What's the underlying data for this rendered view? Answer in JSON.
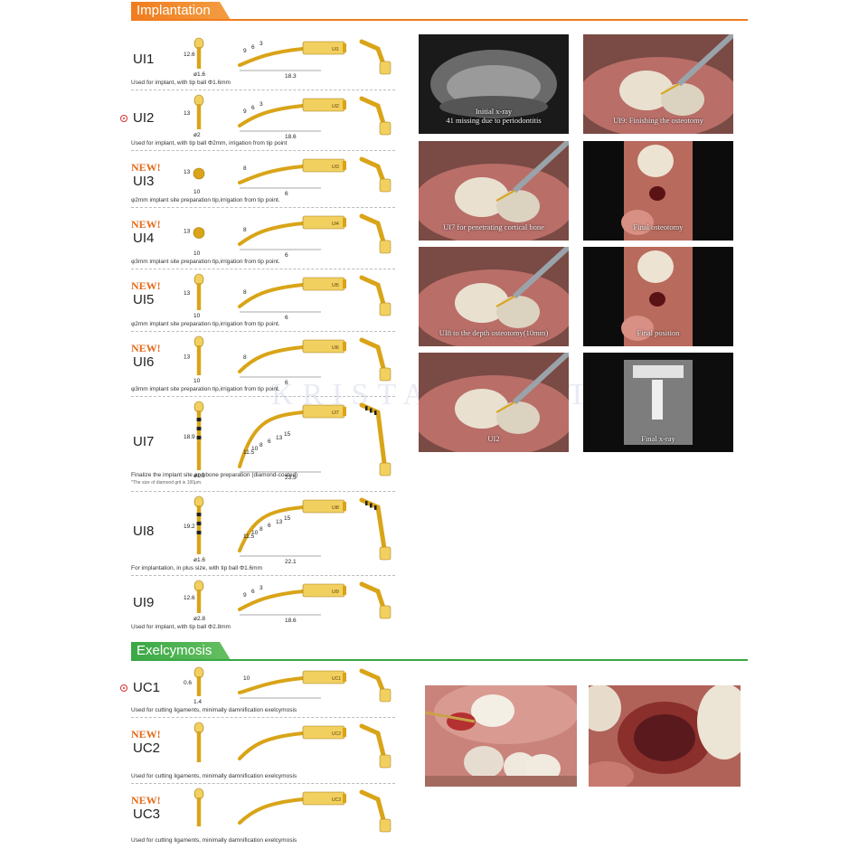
{
  "sections": {
    "implantation": {
      "title": "Implantation",
      "color": "#f07c1e"
    },
    "exelcymosis": {
      "title": "Exelcymosis",
      "color": "#3aa845"
    }
  },
  "watermark": "KRISTAL DENTAL",
  "products": [
    {
      "name": "UI1",
      "new": "",
      "desc": "Used for implant, with tip ball Φ1.6mm",
      "label": "UI1",
      "dims": [
        "12.6",
        "ø1.6",
        "9",
        "6",
        "3",
        "18.3"
      ]
    },
    {
      "name": "UI2",
      "new": "",
      "desc": "Used for implant, with tip ball Φ2mm, irrigation from tip point",
      "label": "UI2",
      "dims": [
        "13",
        "ø2",
        "9",
        "6",
        "3",
        "18.6"
      ]
    },
    {
      "name": "UI3",
      "new": "NEW!",
      "desc": "φ2mm implant site preparation tip,irrigation from tip point.",
      "label": "UI3",
      "dims": [
        "13",
        "10",
        "8",
        "6"
      ]
    },
    {
      "name": "UI4",
      "new": "NEW!",
      "desc": "φ3mm implant site preparation tip,irrigation from tip point.",
      "label": "UI4",
      "dims": [
        "13",
        "10",
        "8",
        "6"
      ]
    },
    {
      "name": "UI5",
      "new": "NEW!",
      "desc": "φ2mm implant site preparation tip,irrigation from tip point.",
      "label": "UI5",
      "dims": [
        "13",
        "10",
        "8",
        "6"
      ]
    },
    {
      "name": "UI6",
      "new": "NEW!",
      "desc": "φ3mm implant site preparation tip,irrigation from tip point.",
      "label": "UI6",
      "dims": [
        "13",
        "10",
        "8",
        "6"
      ]
    },
    {
      "name": "UI7",
      "new": "",
      "desc": "Finalize the implant site and bone preparation (diamond-coated)",
      "note": "*The size of diamond grit is 100μm.",
      "label": "UI7",
      "dims": [
        "18.9",
        "ø1.9",
        "11.5",
        "10",
        "8",
        "6",
        "13",
        "15",
        "23.5"
      ]
    },
    {
      "name": "UI8",
      "new": "",
      "desc": "For implantation, in plus size, with tip ball Φ1.6mm",
      "label": "UI8",
      "dims": [
        "19.2",
        "ø1.6",
        "11.5",
        "10",
        "8",
        "6",
        "13",
        "15",
        "22.1"
      ]
    },
    {
      "name": "UI9",
      "new": "",
      "desc": "Used for implant, with tip ball Φ2.8mm",
      "label": "UI9",
      "dims": [
        "12.6",
        "ø2.8",
        "9",
        "6",
        "3",
        "18.6"
      ]
    },
    {
      "name": "UC1",
      "new": "",
      "desc": "Used for cutting ligaments, minimally damnification exelcymosis",
      "label": "UC1",
      "dims": [
        "0.6",
        "1.4",
        "10"
      ]
    },
    {
      "name": "UC2",
      "new": "NEW!",
      "desc": "Used for cutting ligaments, minimally damnification exelcymosis",
      "label": "UC2",
      "dims": []
    },
    {
      "name": "UC3",
      "new": "NEW!",
      "desc": "Used for cutting ligaments, minimally damnification exelcymosis",
      "label": "UC3",
      "dims": []
    }
  ],
  "photos": [
    {
      "caption": "Initial x-ray\n41 missing due to periodontitis",
      "tone": "xray"
    },
    {
      "caption": "UI9: Finishing the osteotomy",
      "tone": "clinical"
    },
    {
      "caption": "UI7 for penetrating cortical bone",
      "tone": "clinical"
    },
    {
      "caption": "Final osteotomy",
      "tone": "closeup"
    },
    {
      "caption": "UI8 to the depth osteotomy(10mm)",
      "tone": "clinical"
    },
    {
      "caption": "Final position",
      "tone": "closeup"
    },
    {
      "caption": "UI2",
      "tone": "clinical"
    },
    {
      "caption": "Final x-ray",
      "tone": "xraysmall"
    }
  ],
  "colors": {
    "gold": "#d9a418",
    "gold_light": "#f2d060",
    "dim_line": "#555555"
  }
}
